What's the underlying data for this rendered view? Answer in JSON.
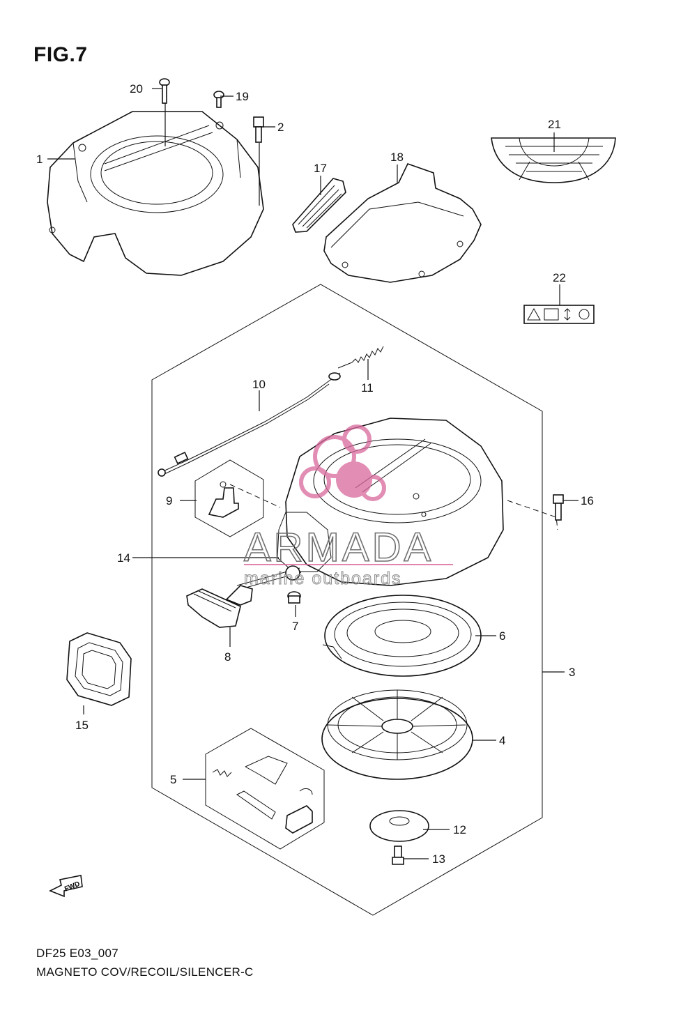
{
  "figure": {
    "title": "FIG.7",
    "code": "DF25 E03_007",
    "description": "MAGNETO COV/RECOIL/SILENCER-C"
  },
  "callouts": [
    "1",
    "2",
    "3",
    "4",
    "5",
    "6",
    "7",
    "8",
    "9",
    "10",
    "11",
    "12",
    "13",
    "14",
    "15",
    "16",
    "17",
    "18",
    "19",
    "20",
    "21",
    "22"
  ],
  "watermark": {
    "brand": "ARMADA",
    "tagline": "marine outboards",
    "accent_color": "#d9679b"
  },
  "fwd_arrow_text": "FWD"
}
